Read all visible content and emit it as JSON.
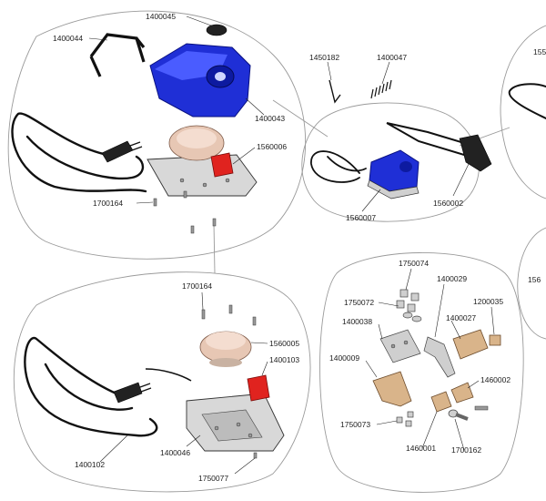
{
  "parts": [
    {
      "id": "p1400045",
      "text": "1400045"
    },
    {
      "id": "p1400044",
      "text": "1400044"
    },
    {
      "id": "p1400043",
      "text": "1400043"
    },
    {
      "id": "p1560006",
      "text": "1560006"
    },
    {
      "id": "p1700164a",
      "text": "1700164"
    },
    {
      "id": "p1450182",
      "text": "1450182"
    },
    {
      "id": "p1400047",
      "text": "1400047"
    },
    {
      "id": "p1560007",
      "text": "1560007"
    },
    {
      "id": "p1560002",
      "text": "1560002"
    },
    {
      "id": "p155cut",
      "text": "155"
    },
    {
      "id": "p1700164b",
      "text": "1700164"
    },
    {
      "id": "p1560005",
      "text": "1560005"
    },
    {
      "id": "p1400103",
      "text": "1400103"
    },
    {
      "id": "p1400046",
      "text": "1400046"
    },
    {
      "id": "p1400102",
      "text": "1400102"
    },
    {
      "id": "p1750077",
      "text": "1750077"
    },
    {
      "id": "p1750074",
      "text": "1750074"
    },
    {
      "id": "p1400029",
      "text": "1400029"
    },
    {
      "id": "p1750072",
      "text": "1750072"
    },
    {
      "id": "p1200035",
      "text": "1200035"
    },
    {
      "id": "p1400038",
      "text": "1400038"
    },
    {
      "id": "p1400027",
      "text": "1400027"
    },
    {
      "id": "p1400009",
      "text": "1400009"
    },
    {
      "id": "p1460002",
      "text": "1460002"
    },
    {
      "id": "p1750073",
      "text": "1750073"
    },
    {
      "id": "p1460001",
      "text": "1460001"
    },
    {
      "id": "p1700162",
      "text": "1700162"
    },
    {
      "id": "p156cut",
      "text": "156"
    }
  ],
  "colors": {
    "housing": "#1f2fd6",
    "relay": "#e0231f",
    "toroid": "#e7c7b4",
    "brass": "#d9b48a"
  }
}
